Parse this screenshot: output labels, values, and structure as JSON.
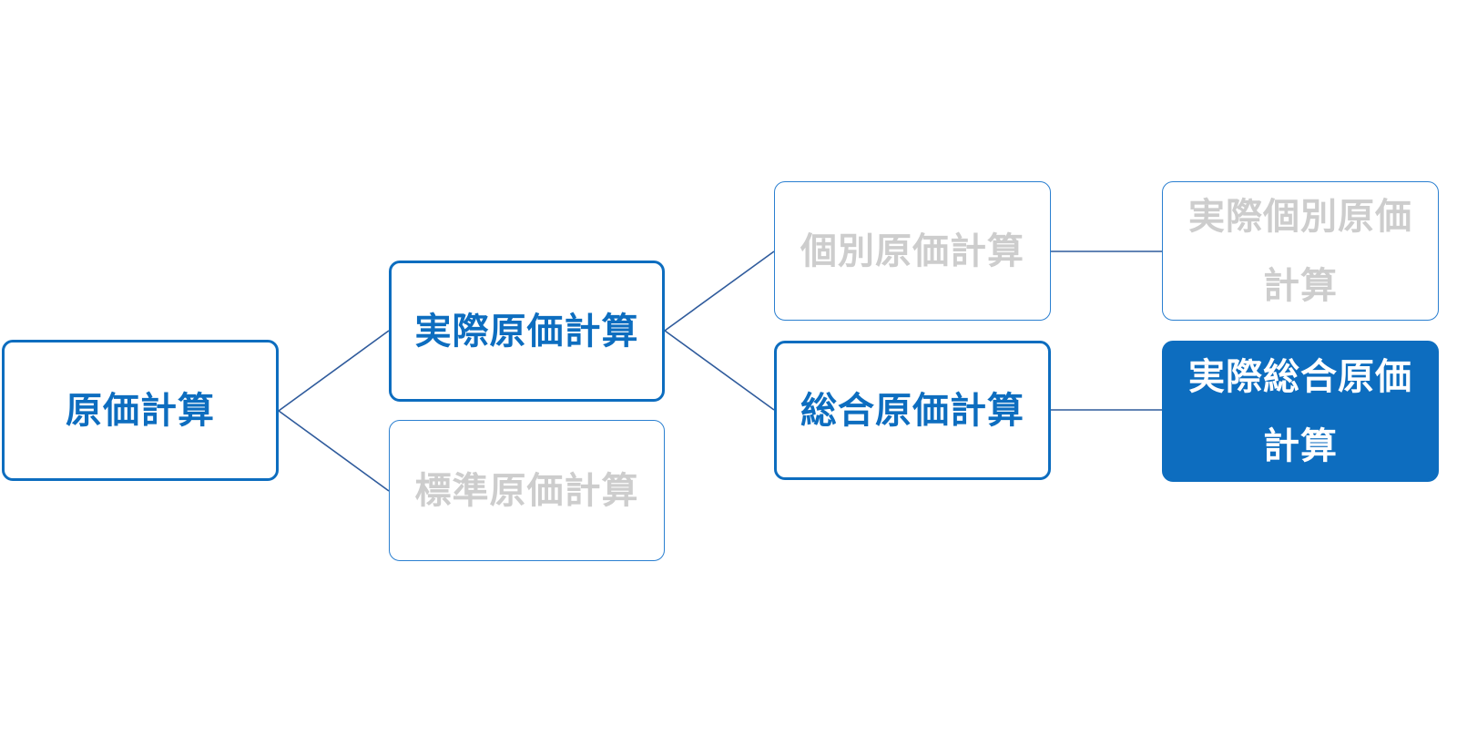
{
  "diagram": {
    "type": "tree",
    "nodes": [
      {
        "id": "root",
        "label": "原価計算",
        "style": "emphasis"
      },
      {
        "id": "actual",
        "label": "実際原価計算",
        "style": "emphasis"
      },
      {
        "id": "standard",
        "label": "標準原価計算",
        "style": "muted"
      },
      {
        "id": "job_order",
        "label": "個別原価計算",
        "style": "muted"
      },
      {
        "id": "process",
        "label": "総合原価計算",
        "style": "emphasis"
      },
      {
        "id": "actual_job_order",
        "label": "実際個別原価\n計算",
        "style": "muted"
      },
      {
        "id": "actual_process",
        "label": "実際総合原価\n計算",
        "style": "filled"
      }
    ],
    "edges": [
      {
        "from": "root",
        "to": "actual"
      },
      {
        "from": "root",
        "to": "standard"
      },
      {
        "from": "actual",
        "to": "job_order"
      },
      {
        "from": "actual",
        "to": "process"
      },
      {
        "from": "job_order",
        "to": "actual_job_order"
      },
      {
        "from": "process",
        "to": "actual_process"
      }
    ],
    "colors": {
      "accent": "#0d6dbf",
      "muted_text": "#cdcdcd",
      "connector": "#2f5b9c"
    }
  }
}
